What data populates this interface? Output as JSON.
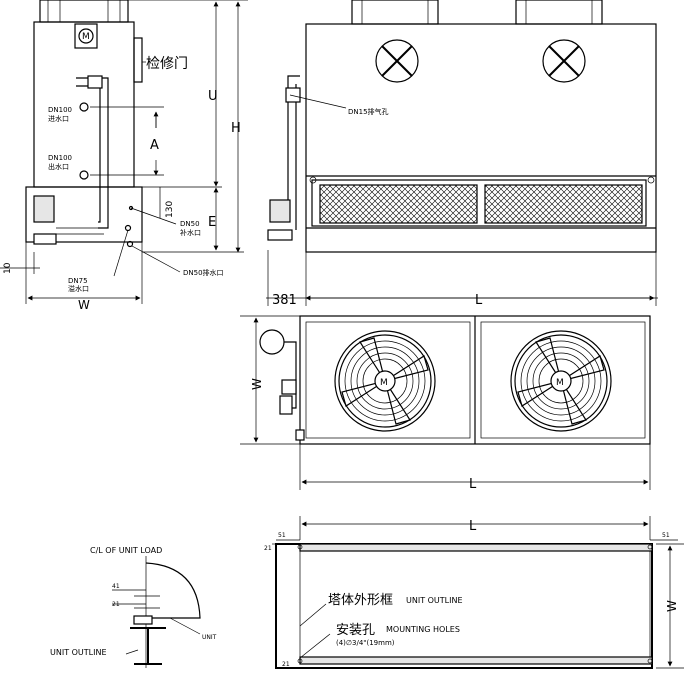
{
  "labels": {
    "access_door": "检修门",
    "dn15_vent": "DN15排气孔",
    "dn100_inlet_size": "DN100",
    "dn100_inlet_name": "进水口",
    "dn100_outlet_size": "DN100",
    "dn100_outlet_name": "出水口",
    "dn50_makeup_size": "DN50",
    "dn50_makeup_name": "补水口",
    "dn75_overflow_size": "DN75",
    "dn75_overflow_name": "溢水口",
    "dn50_drain": "DN50排水口",
    "cl_unit_load": "C/L OF UNIT LOAD",
    "unit_outline": "UNIT OUTLINE",
    "unit_small": "UNIT",
    "tower_outline_cn": "塔体外形框",
    "tower_outline_en": "UNIT OUTLINE",
    "mounting_cn": "安装孔",
    "mounting_en": "MOUNTING HOLES",
    "mounting_spec": "(4)∅3/4\"(19mm)",
    "motor": "M"
  },
  "dimensions": {
    "U": "U",
    "H": "H",
    "A": "A",
    "E": "E",
    "d130": "130",
    "W_side": "W",
    "d10": "10",
    "d381": "381",
    "L_front": "L",
    "W_plan": "W",
    "L_plan": "L",
    "L_base": "L",
    "d51_left": "51",
    "d51_right": "51",
    "d21_top": "21",
    "d21_bottom": "21",
    "W_base": "W",
    "d41": "41",
    "d21_detail": "21"
  }
}
